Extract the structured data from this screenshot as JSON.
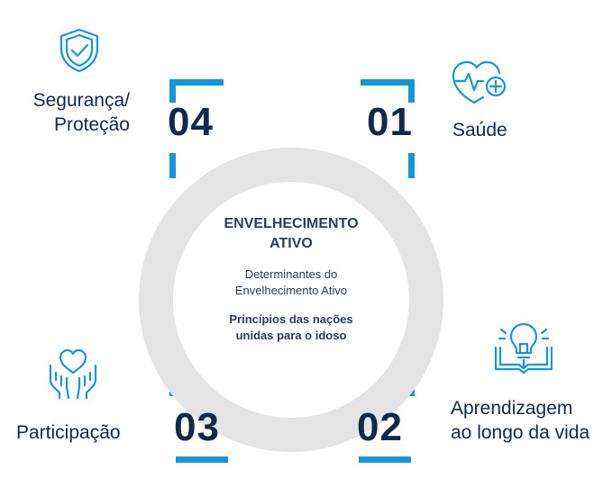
{
  "center": {
    "title_line1": "ENVELHECIMENTO",
    "title_line2": "ATIVO",
    "subtitle_line1": "Determinantes do",
    "subtitle_line2": "Envelhecimento Ativo",
    "principles_line1": "Princípios das nações",
    "principles_line2": "unidas para o idoso"
  },
  "items": [
    {
      "number": "04",
      "label_line1": "Segurança/",
      "label_line2": "Proteção",
      "icon": "shield-check-icon"
    },
    {
      "number": "01",
      "label_line1": "Saúde",
      "icon": "heart-pulse-icon"
    },
    {
      "number": "03",
      "label_line1": "Participação",
      "icon": "hands-heart-icon"
    },
    {
      "number": "02",
      "label_line1": "Aprendizagem",
      "label_line2": "ao longo da vida",
      "icon": "lightbulb-book-icon"
    }
  ],
  "colors": {
    "accent": "#1596d7",
    "text": "#13294b",
    "ring": "#e4e4e4"
  }
}
